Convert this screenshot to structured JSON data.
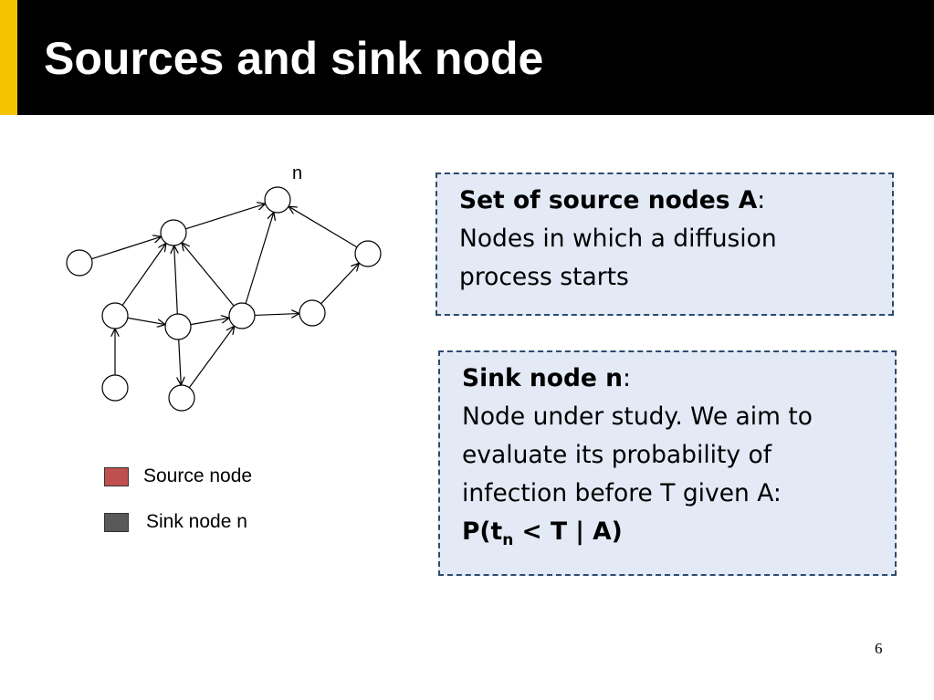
{
  "slide": {
    "title": "Sources and sink node",
    "page_number": "6",
    "accent_color": "#f5c400",
    "header_color": "#000000"
  },
  "diagram": {
    "sink_label": "n",
    "node_ids": [
      "n0",
      "n1",
      "n2",
      "n3",
      "n4",
      "n5",
      "n6",
      "n7",
      "n8",
      "n9",
      "n10",
      "n11"
    ],
    "edges": [
      [
        "n1",
        "n2"
      ],
      [
        "n2",
        "n0"
      ],
      [
        "n3",
        "n0"
      ],
      [
        "n6",
        "n0"
      ],
      [
        "n8",
        "n3"
      ],
      [
        "n4",
        "n2"
      ],
      [
        "n5",
        "n2"
      ],
      [
        "n6",
        "n2"
      ],
      [
        "n4",
        "n5"
      ],
      [
        "n5",
        "n6"
      ],
      [
        "n6",
        "n8"
      ],
      [
        "n5",
        "n10"
      ],
      [
        "n9",
        "n4"
      ],
      [
        "n10",
        "n6"
      ]
    ]
  },
  "legend": {
    "items": [
      {
        "label": "Source node",
        "color": "#c0504d"
      },
      {
        "label": "Sink node n",
        "color": "#595959"
      }
    ]
  },
  "source_box": {
    "heading": "Set of source nodes A",
    "colon": ":",
    "lines": [
      "Nodes in which a diffusion",
      "process starts"
    ]
  },
  "sink_box": {
    "heading": "Sink node n",
    "colon": ":",
    "lines": [
      "Node under study. We aim to",
      "evaluate its probability of",
      "infection before T given A:"
    ],
    "formula_prefix": "P(t",
    "formula_sub": "n",
    "formula_suffix": " < T | A)"
  }
}
